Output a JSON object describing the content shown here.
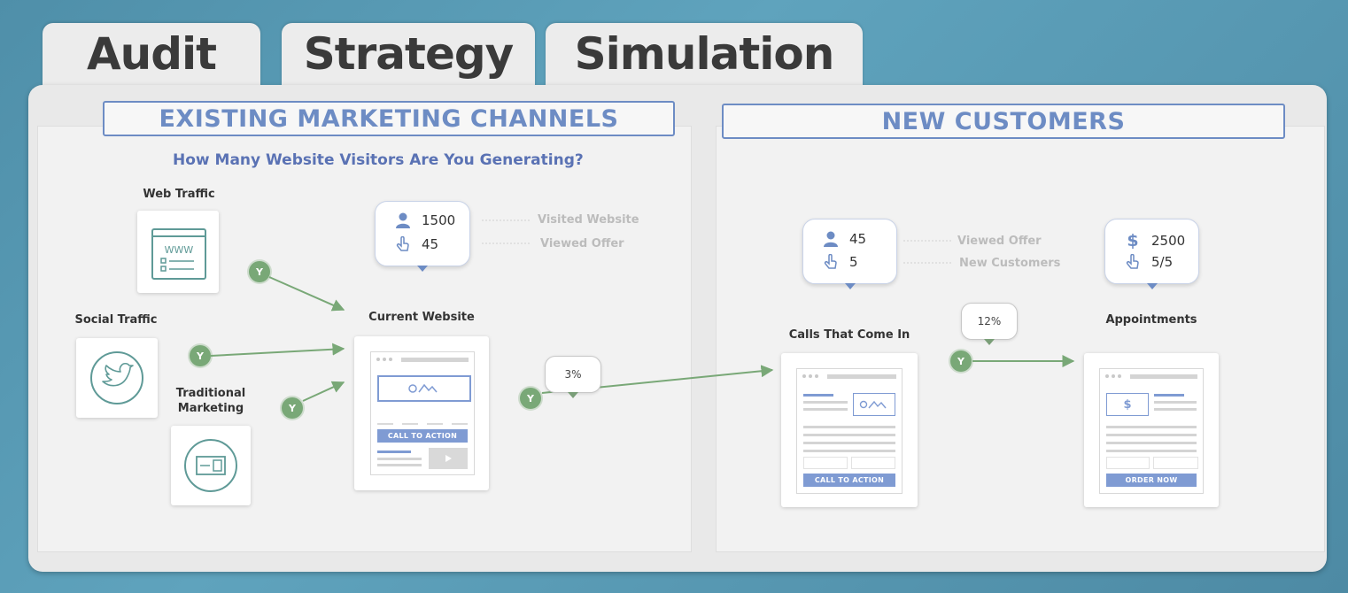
{
  "tabs": [
    {
      "label": "Audit"
    },
    {
      "label": "Strategy"
    },
    {
      "label": "Simulation"
    }
  ],
  "left_section": {
    "title": "EXISTING MARKETING CHANNELS",
    "question": "How Many Website Visitors Are You Generating?",
    "sources": {
      "web": "Web Traffic",
      "social": "Social Traffic",
      "traditional_line1": "Traditional",
      "traditional_line2": "Marketing"
    },
    "current_website_label": "Current Website",
    "cta_label": "CALL TO ACTION",
    "stats": {
      "visited_value": "1500",
      "visited_label": "Visited Website",
      "viewed_value": "45",
      "viewed_label": "Viewed Offer"
    },
    "conversion_rate": "3%"
  },
  "right_section": {
    "title": "NEW CUSTOMERS",
    "calls_label": "Calls That Come In",
    "calls_cta": "CALL TO ACTION",
    "appointments_label": "Appointments",
    "order_label": "ORDER NOW",
    "calls_stats": {
      "viewed_value": "45",
      "viewed_label": "Viewed Offer",
      "customers_value": "5",
      "customers_label": "New Customers"
    },
    "appt_stats": {
      "revenue_value": "2500",
      "ratio_value": "5/5"
    },
    "conversion_rate": "12%"
  },
  "node_label": "Y",
  "url_text": "WWW",
  "colors": {
    "accent": "#6d8cc4",
    "connector": "#79a877",
    "icon": "#5f9a97"
  }
}
